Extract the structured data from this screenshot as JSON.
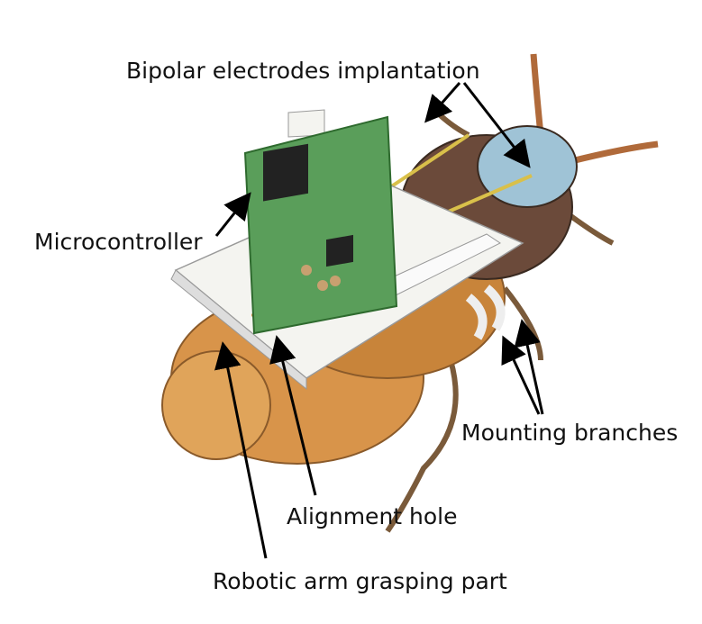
{
  "labels": {
    "electrodes": "Bipolar electrodes implantation",
    "microcontroller": "Microcontroller",
    "mounting": "Mounting branches",
    "alignment": "Alignment hole",
    "arm": "Robotic arm grasping part"
  },
  "colors": {
    "body_orange": "#d8944a",
    "body_brown": "#6b4a3a",
    "head_blue": "#9fc3d6",
    "pcb_green": "#5a9e5a",
    "platform": "#f4f4f0",
    "wire": "#d9c04a"
  }
}
